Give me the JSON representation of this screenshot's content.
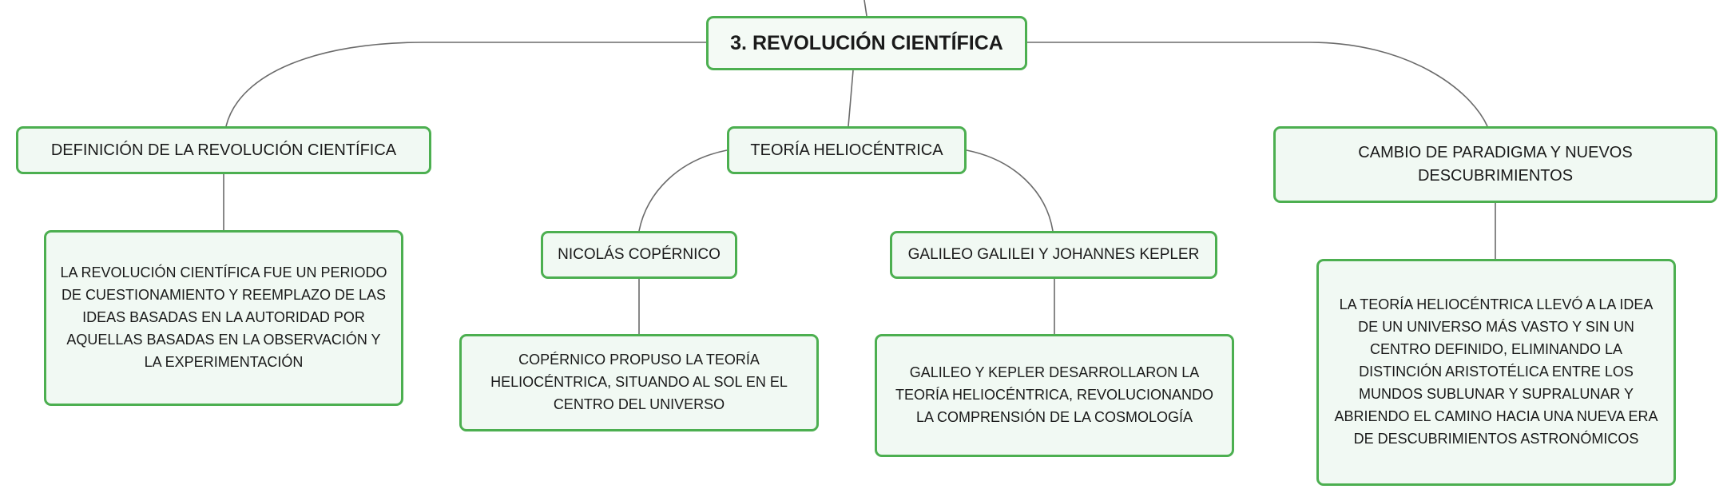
{
  "mindmap": {
    "root": {
      "label": "3. REVOLUCIÓN CIENTÍFICA"
    },
    "definicion": {
      "label": "DEFINICIÓN DE LA REVOLUCIÓN CIENTÍFICA",
      "description": "LA REVOLUCIÓN CIENTÍFICA FUE UN PERIODO DE CUESTIONAMIENTO Y REEMPLAZO DE LAS IDEAS BASADAS EN LA AUTORIDAD POR AQUELLAS BASADAS EN LA OBSERVACIÓN Y LA EXPERIMENTACIÓN"
    },
    "heliocentrica": {
      "label": "TEORÍA HELIOCÉNTRICA",
      "copernico": {
        "label": "NICOLÁS COPÉRNICO",
        "description": "COPÉRNICO PROPUSO LA TEORÍA HELIOCÉNTRICA, SITUANDO AL SOL EN EL CENTRO DEL UNIVERSO"
      },
      "galileo": {
        "label": "GALILEO GALILEI Y JOHANNES KEPLER",
        "description": "GALILEO Y KEPLER DESARROLLARON LA TEORÍA HELIOCÉNTRICA, REVOLUCIONANDO LA COMPRENSIÓN DE LA COSMOLOGÍA"
      }
    },
    "cambio": {
      "label": "CAMBIO DE PARADIGMA Y NUEVOS DESCUBRIMIENTOS",
      "description": "LA TEORÍA HELIOCÉNTRICA LLEVÓ A LA IDEA DE UN UNIVERSO MÁS VASTO Y SIN UN CENTRO DEFINIDO, ELIMINANDO LA DISTINCIÓN ARISTOTÉLICA ENTRE LOS MUNDOS SUBLUNAR Y SUPRALUNAR Y ABRIENDO EL CAMINO HACIA UNA NUEVA ERA DE DESCUBRIMIENTOS ASTRONÓMICOS"
    }
  },
  "colors": {
    "node_border": "#4caf50",
    "node_fill": "#f1f9f3",
    "connector": "#6b6b6b",
    "text": "#1a1a1a"
  }
}
